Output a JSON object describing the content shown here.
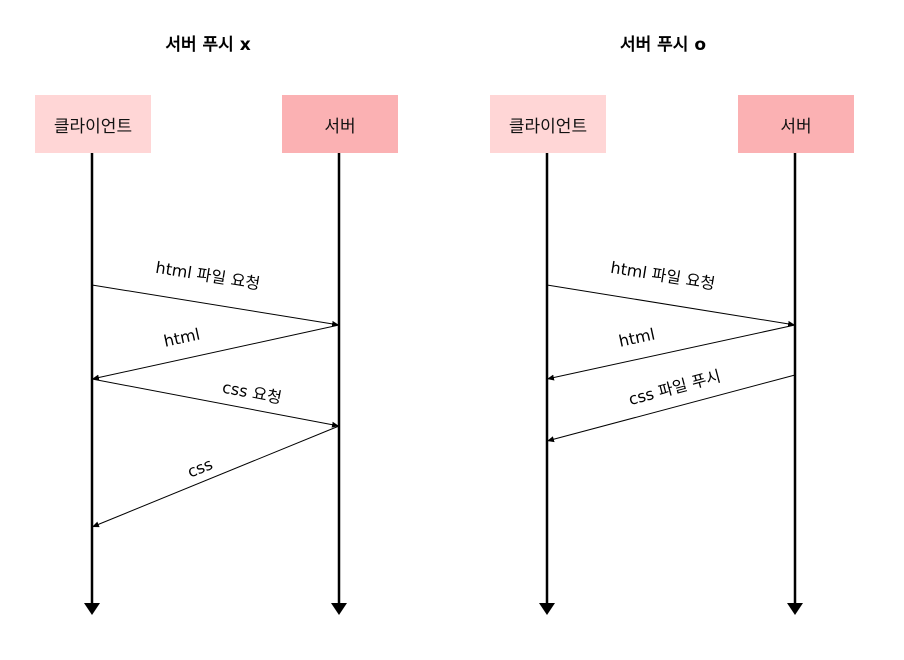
{
  "colors": {
    "client_box": "#ffd6d6",
    "server_box": "#fbb1b3",
    "line": "#000000"
  },
  "left_diagram": {
    "title": "서버 푸시 x",
    "client_label": "클라이언트",
    "server_label": "서버",
    "messages": [
      {
        "label": "html 파일 요청",
        "from": "client",
        "to": "server"
      },
      {
        "label": "html",
        "from": "server",
        "to": "client"
      },
      {
        "label": "css 요청",
        "from": "client",
        "to": "server"
      },
      {
        "label": "css",
        "from": "server",
        "to": "client"
      }
    ]
  },
  "right_diagram": {
    "title": "서버 푸시 o",
    "client_label": "클라이언트",
    "server_label": "서버",
    "messages": [
      {
        "label": "html 파일 요청",
        "from": "client",
        "to": "server"
      },
      {
        "label": "html",
        "from": "server",
        "to": "client"
      },
      {
        "label": "css 파일 푸시",
        "from": "server",
        "to": "client"
      }
    ]
  }
}
